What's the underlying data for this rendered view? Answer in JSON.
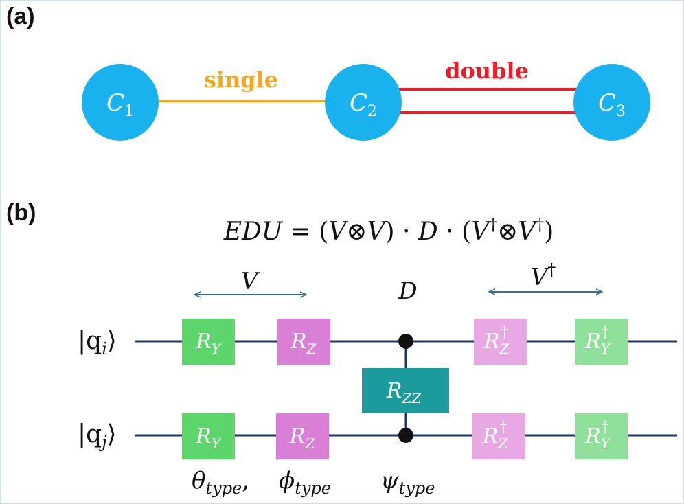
{
  "panels": {
    "a_label": "(a)",
    "b_label": "(b)"
  },
  "molecule": {
    "atoms": [
      {
        "base": "C",
        "sub": "1"
      },
      {
        "base": "C",
        "sub": "2"
      },
      {
        "base": "C",
        "sub": "3"
      }
    ],
    "bonds": [
      {
        "label": "single",
        "color": "#f5a623"
      },
      {
        "label": "double",
        "color": "#ee1c25"
      }
    ],
    "atom_color": "#1ab2ee"
  },
  "equation": {
    "lhs": "EDU",
    "eq": " = (",
    "v1": "V",
    "otimes": "⊗",
    "v2": "V",
    "mid1": ") · ",
    "d": "D",
    "mid2": " · (",
    "v3": "V",
    "dag": "†",
    "v4": "V",
    "close": ")"
  },
  "circuit": {
    "v_group": "V",
    "d_group": "D",
    "vdag_group": {
      "base": "V",
      "sup": "†"
    },
    "qubit_i": {
      "pre": "|q",
      "sub": "i",
      "post": "⟩"
    },
    "qubit_j": {
      "pre": "|q",
      "sub": "j",
      "post": "⟩"
    },
    "gates": {
      "ry": {
        "base": "R",
        "sub": "Y"
      },
      "rz": {
        "base": "R",
        "sub": "Z"
      },
      "rzz": {
        "base": "R",
        "sub": "ZZ"
      },
      "rz_dag": {
        "base": "R",
        "sub": "Z",
        "sup": "†"
      },
      "ry_dag": {
        "base": "R",
        "sub": "Y",
        "sup": "†"
      }
    },
    "params": {
      "theta": {
        "base": "θ",
        "sub": "type"
      },
      "comma": ",",
      "phi": {
        "base": "ϕ",
        "sub": "type"
      },
      "psi": {
        "base": "ψ",
        "sub": "type"
      }
    },
    "colors": {
      "wire": "#1d3567",
      "arrow": "#3a708a",
      "ry": "#5cd66a",
      "rz": "#d97fd6",
      "rzz": "#1b9b9b",
      "rz_dag": "#e7a8e3",
      "ry_dag": "#8fe09a"
    }
  }
}
